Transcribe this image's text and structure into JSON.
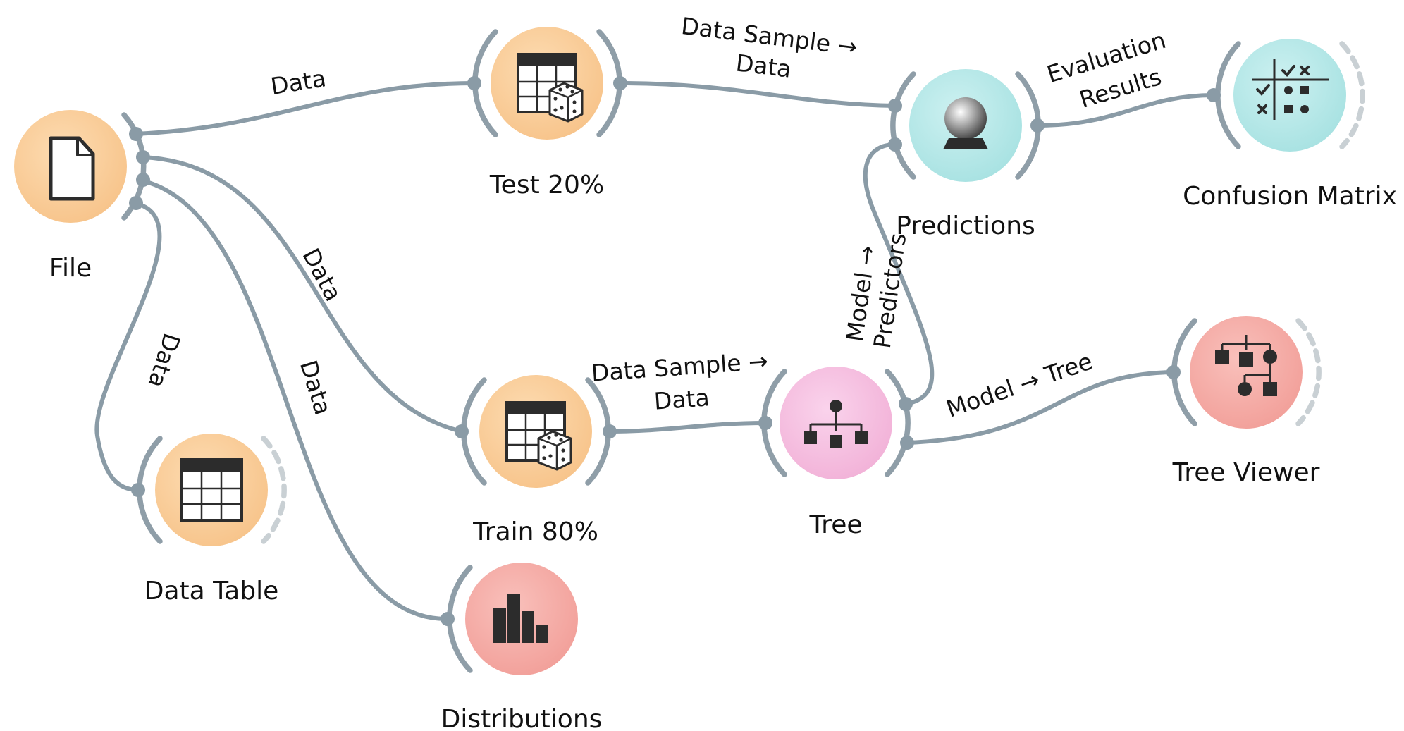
{
  "diagram": {
    "widgets": {
      "file": {
        "label": "File",
        "color": "#f8c890",
        "icon": "file-icon"
      },
      "test": {
        "label": "Test 20%",
        "color": "#f8c890",
        "icon": "data-sampler-icon"
      },
      "train": {
        "label": "Train 80%",
        "color": "#f8c890",
        "icon": "data-sampler-icon"
      },
      "data_table": {
        "label": "Data Table",
        "color": "#f8c890",
        "icon": "table-icon"
      },
      "distributions": {
        "label": "Distributions",
        "color": "#f4a6a0",
        "icon": "bar-chart-icon"
      },
      "predictions": {
        "label": "Predictions",
        "color": "#b2e6e6",
        "icon": "crystal-ball-icon"
      },
      "confusion_matrix": {
        "label": "Confusion Matrix",
        "color": "#b2e6e6",
        "icon": "confusion-matrix-icon"
      },
      "tree": {
        "label": "Tree",
        "color": "#f4b8dc",
        "icon": "tree-hierarchy-icon"
      },
      "tree_viewer": {
        "label": "Tree Viewer",
        "color": "#f4a6a0",
        "icon": "tree-viewer-icon"
      }
    },
    "links": {
      "file_test": "Data",
      "file_train": "Data",
      "file_table": "Data",
      "file_distributions": "Data",
      "test_predictions_line1": "Data  Sample →",
      "test_predictions_line2": "Data",
      "train_tree_line1": "Data  Sample →",
      "train_tree_line2": "Data",
      "tree_predictions_line1": "Model →",
      "tree_predictions_line2": "Predictors",
      "predictions_confusion_line1": "Evaluation",
      "predictions_confusion_line2": "Results",
      "tree_viewer": "Model → Tree"
    },
    "colors": {
      "link": "#8a9ba6",
      "bracket": "#8f9ea8",
      "bracket_inactive": "#c9d0d4",
      "orange_node": "#f8c890",
      "cyan_node": "#b2e6e6",
      "pink_node": "#f4b8dc",
      "red_node": "#f4a6a0"
    }
  }
}
